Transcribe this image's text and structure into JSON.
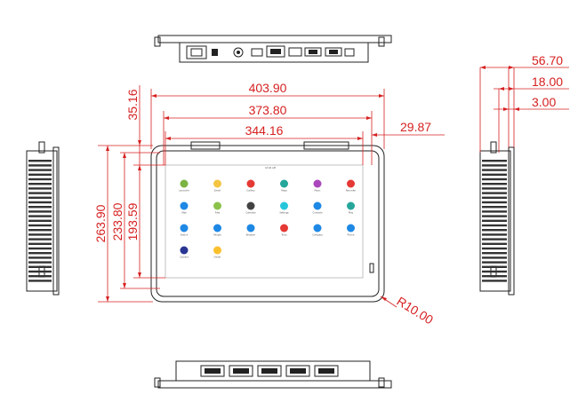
{
  "dimensions": {
    "overall_width": "403.90",
    "inner_width": "373.80",
    "screen_width": "344.16",
    "top_offset": "35.16",
    "side_offset": "29.87",
    "overall_height": "263.90",
    "inner_height": "233.80",
    "screen_height": "193.59",
    "corner_radius": "R10.00",
    "depth_total": "56.70",
    "depth_bezel": "18.00",
    "bezel_thickness": "3.00"
  },
  "screen": {
    "status_text": "10:00 AM",
    "apps": [
      {
        "name": "Launcher",
        "color": "#7cb342"
      },
      {
        "name": "Email",
        "color": "#f4c542"
      },
      {
        "name": "Gallery",
        "color": "#e53935"
      },
      {
        "name": "Maps",
        "color": "#26a69a"
      },
      {
        "name": "Music",
        "color": "#ab47bc"
      },
      {
        "name": "Recorder",
        "color": "#e53935"
      },
      {
        "name": "Web",
        "color": "#1e88e5"
      },
      {
        "name": "Files",
        "color": "#8bc34a"
      },
      {
        "name": "Calendar",
        "color": "#424242"
      },
      {
        "name": "Settings",
        "color": "#26c6da"
      },
      {
        "name": "Contacts",
        "color": "#1e88e5"
      },
      {
        "name": "Play",
        "color": "#26a69a"
      },
      {
        "name": "Search",
        "color": "#1e88e5"
      },
      {
        "name": "People",
        "color": "#1e88e5"
      },
      {
        "name": "Browser",
        "color": "#1e88e5"
      },
      {
        "name": "Tools",
        "color": "#e53935"
      },
      {
        "name": "Compass",
        "color": "#1e88e5"
      },
      {
        "name": "Phone",
        "color": "#1e88e5"
      },
      {
        "name": "Camera",
        "color": "#283593"
      },
      {
        "name": "Folder",
        "color": "#fbc02d"
      }
    ]
  }
}
